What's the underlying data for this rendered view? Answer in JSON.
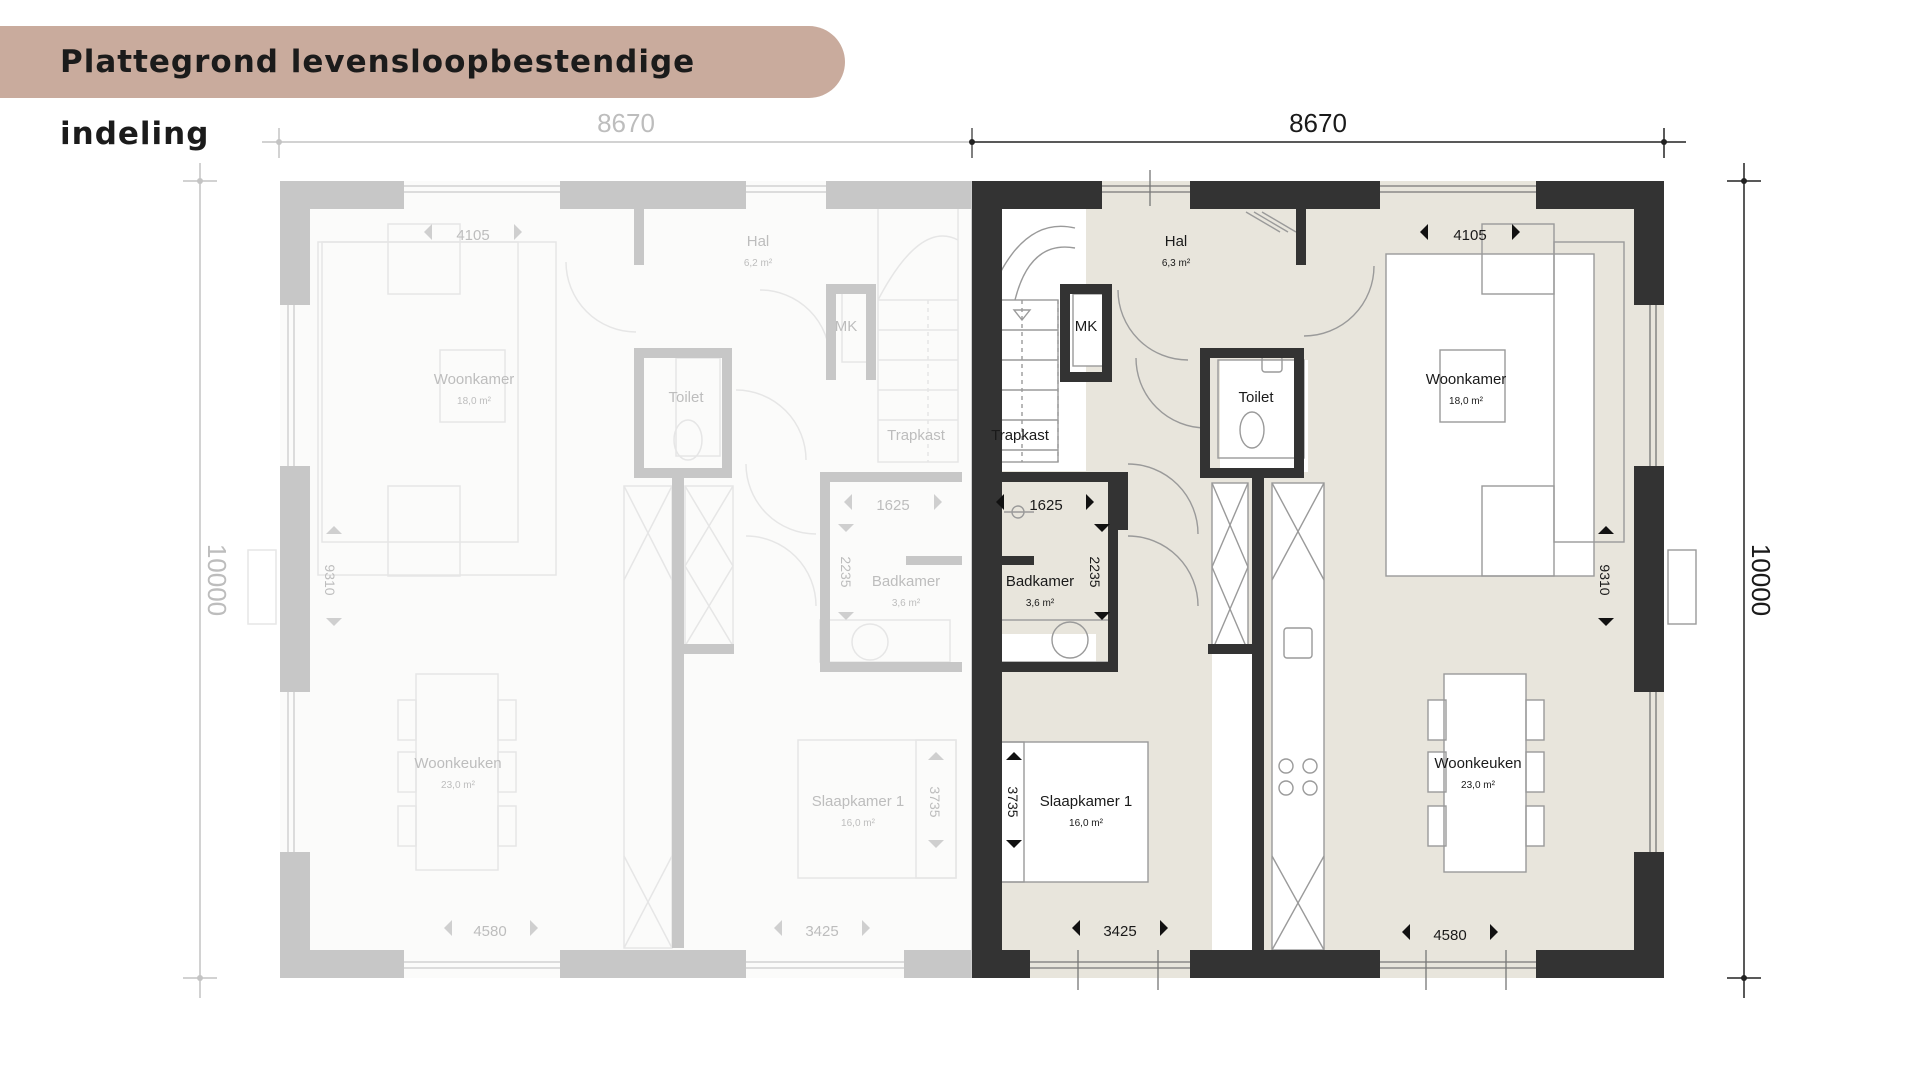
{
  "title": "Plattegrond levensloopbestendige indeling",
  "colors": {
    "title_bg": "#c9ab9d",
    "wall_dark": "#333333",
    "wall_faded": "#c7c7c7",
    "floor": "#e8e5dc"
  },
  "dims": {
    "width_left": "8670",
    "width_right": "8670",
    "depth_left": "10000",
    "depth_right": "10000"
  },
  "left": {
    "hal": {
      "name": "Hal",
      "area": "6,2 m²"
    },
    "mk": "MK",
    "toilet": "Toilet",
    "trapkast": "Trapkast",
    "badkamer": {
      "name": "Badkamer",
      "area": "3,6 m²"
    },
    "woonkamer": {
      "name": "Woonkamer",
      "area": "18,0 m²"
    },
    "woonkeuken": {
      "name": "Woonkeuken",
      "area": "23,0 m²"
    },
    "slaapkamer": {
      "name": "Slaapkamer 1",
      "area": "16,0 m²"
    },
    "d4105": "4105",
    "d9310": "9310",
    "d1625": "1625",
    "d2235": "2235",
    "d3735": "3735",
    "d4580": "4580",
    "d3425": "3425"
  },
  "right": {
    "hal": {
      "name": "Hal",
      "area": "6,3 m²"
    },
    "mk": "MK",
    "toilet": "Toilet",
    "trapkast": "Trapkast",
    "badkamer": {
      "name": "Badkamer",
      "area": "3,6 m²"
    },
    "woonkamer": {
      "name": "Woonkamer",
      "area": "18,0 m²"
    },
    "woonkeuken": {
      "name": "Woonkeuken",
      "area": "23,0 m²"
    },
    "slaapkamer": {
      "name": "Slaapkamer 1",
      "area": "16,0 m²"
    },
    "d4105": "4105",
    "d9310": "9310",
    "d1625": "1625",
    "d2235": "2235",
    "d3735": "3735",
    "d4580": "4580",
    "d3425": "3425"
  }
}
